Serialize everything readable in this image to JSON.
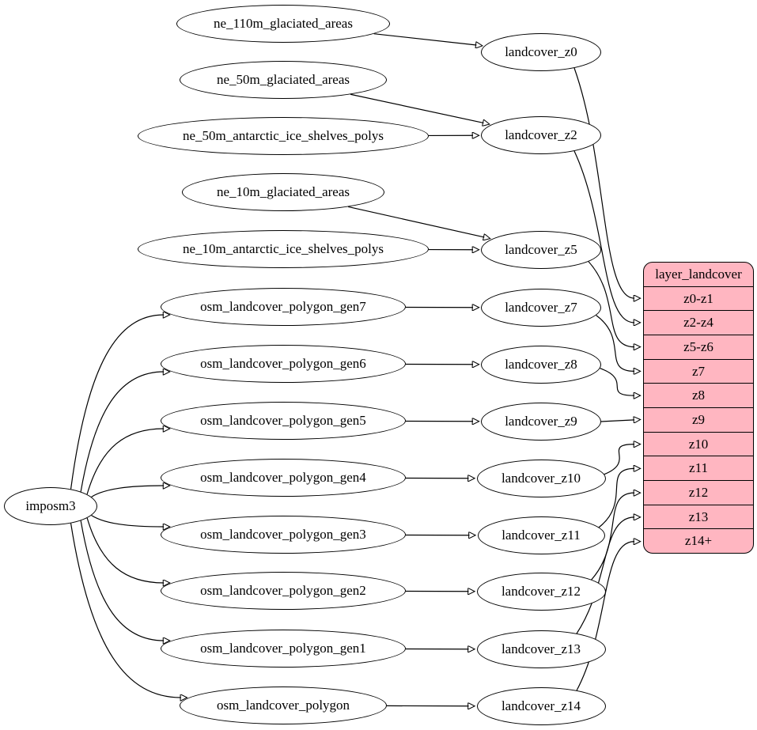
{
  "diagram": {
    "background_color": "#ffffff",
    "node_fill_color": "#ffffff",
    "node_stroke_color": "#000000",
    "edge_color": "#000000",
    "table_fill_color": "#ffb6c1"
  },
  "nodes": [
    {
      "id": "ne_110m_glaciated_areas",
      "label": "ne_110m_glaciated_areas"
    },
    {
      "id": "landcover_z0",
      "label": "landcover_z0"
    },
    {
      "id": "ne_50m_glaciated_areas",
      "label": "ne_50m_glaciated_areas"
    },
    {
      "id": "ne_50m_antarctic_ice_shelves_polys",
      "label": "ne_50m_antarctic_ice_shelves_polys"
    },
    {
      "id": "landcover_z2",
      "label": "landcover_z2"
    },
    {
      "id": "ne_10m_glaciated_areas",
      "label": "ne_10m_glaciated_areas"
    },
    {
      "id": "ne_10m_antarctic_ice_shelves_polys",
      "label": "ne_10m_antarctic_ice_shelves_polys"
    },
    {
      "id": "landcover_z5",
      "label": "landcover_z5"
    },
    {
      "id": "osm_landcover_polygon_gen7",
      "label": "osm_landcover_polygon_gen7"
    },
    {
      "id": "landcover_z7",
      "label": "landcover_z7"
    },
    {
      "id": "osm_landcover_polygon_gen6",
      "label": "osm_landcover_polygon_gen6"
    },
    {
      "id": "landcover_z8",
      "label": "landcover_z8"
    },
    {
      "id": "osm_landcover_polygon_gen5",
      "label": "osm_landcover_polygon_gen5"
    },
    {
      "id": "landcover_z9",
      "label": "landcover_z9"
    },
    {
      "id": "osm_landcover_polygon_gen4",
      "label": "osm_landcover_polygon_gen4"
    },
    {
      "id": "landcover_z10",
      "label": "landcover_z10"
    },
    {
      "id": "osm_landcover_polygon_gen3",
      "label": "osm_landcover_polygon_gen3"
    },
    {
      "id": "landcover_z11",
      "label": "landcover_z11"
    },
    {
      "id": "osm_landcover_polygon_gen2",
      "label": "osm_landcover_polygon_gen2"
    },
    {
      "id": "landcover_z12",
      "label": "landcover_z12"
    },
    {
      "id": "osm_landcover_polygon_gen1",
      "label": "osm_landcover_polygon_gen1"
    },
    {
      "id": "landcover_z13",
      "label": "landcover_z13"
    },
    {
      "id": "osm_landcover_polygon",
      "label": "osm_landcover_polygon"
    },
    {
      "id": "landcover_z14",
      "label": "landcover_z14"
    },
    {
      "id": "imposm3",
      "label": "imposm3"
    }
  ],
  "table": {
    "id": "layer_landcover",
    "title": "layer_landcover",
    "rows": [
      "z0-z1",
      "z2-z4",
      "z5-z6",
      "z7",
      "z8",
      "z9",
      "z10",
      "z11",
      "z12",
      "z13",
      "z14+"
    ]
  },
  "edges": [
    {
      "from": "ne_110m_glaciated_areas",
      "to": "landcover_z0"
    },
    {
      "from": "ne_50m_glaciated_areas",
      "to": "landcover_z2"
    },
    {
      "from": "ne_50m_antarctic_ice_shelves_polys",
      "to": "landcover_z2"
    },
    {
      "from": "ne_10m_glaciated_areas",
      "to": "landcover_z5"
    },
    {
      "from": "ne_10m_antarctic_ice_shelves_polys",
      "to": "landcover_z5"
    },
    {
      "from": "osm_landcover_polygon_gen7",
      "to": "landcover_z7"
    },
    {
      "from": "osm_landcover_polygon_gen6",
      "to": "landcover_z8"
    },
    {
      "from": "osm_landcover_polygon_gen5",
      "to": "landcover_z9"
    },
    {
      "from": "osm_landcover_polygon_gen4",
      "to": "landcover_z10"
    },
    {
      "from": "osm_landcover_polygon_gen3",
      "to": "landcover_z11"
    },
    {
      "from": "osm_landcover_polygon_gen2",
      "to": "landcover_z12"
    },
    {
      "from": "osm_landcover_polygon_gen1",
      "to": "landcover_z13"
    },
    {
      "from": "osm_landcover_polygon",
      "to": "landcover_z14"
    },
    {
      "from": "imposm3",
      "to": "osm_landcover_polygon_gen7"
    },
    {
      "from": "imposm3",
      "to": "osm_landcover_polygon_gen6"
    },
    {
      "from": "imposm3",
      "to": "osm_landcover_polygon_gen5"
    },
    {
      "from": "imposm3",
      "to": "osm_landcover_polygon_gen4"
    },
    {
      "from": "imposm3",
      "to": "osm_landcover_polygon_gen3"
    },
    {
      "from": "imposm3",
      "to": "osm_landcover_polygon_gen2"
    },
    {
      "from": "imposm3",
      "to": "osm_landcover_polygon_gen1"
    },
    {
      "from": "imposm3",
      "to": "osm_landcover_polygon"
    },
    {
      "from": "landcover_z0",
      "to": "layer_landcover",
      "row": "z0-z1"
    },
    {
      "from": "landcover_z2",
      "to": "layer_landcover",
      "row": "z2-z4"
    },
    {
      "from": "landcover_z5",
      "to": "layer_landcover",
      "row": "z5-z6"
    },
    {
      "from": "landcover_z7",
      "to": "layer_landcover",
      "row": "z7"
    },
    {
      "from": "landcover_z8",
      "to": "layer_landcover",
      "row": "z8"
    },
    {
      "from": "landcover_z9",
      "to": "layer_landcover",
      "row": "z9"
    },
    {
      "from": "landcover_z10",
      "to": "layer_landcover",
      "row": "z10"
    },
    {
      "from": "landcover_z11",
      "to": "layer_landcover",
      "row": "z11"
    },
    {
      "from": "landcover_z12",
      "to": "layer_landcover",
      "row": "z12"
    },
    {
      "from": "landcover_z13",
      "to": "layer_landcover",
      "row": "z13"
    },
    {
      "from": "landcover_z14",
      "to": "layer_landcover",
      "row": "z14+"
    }
  ]
}
